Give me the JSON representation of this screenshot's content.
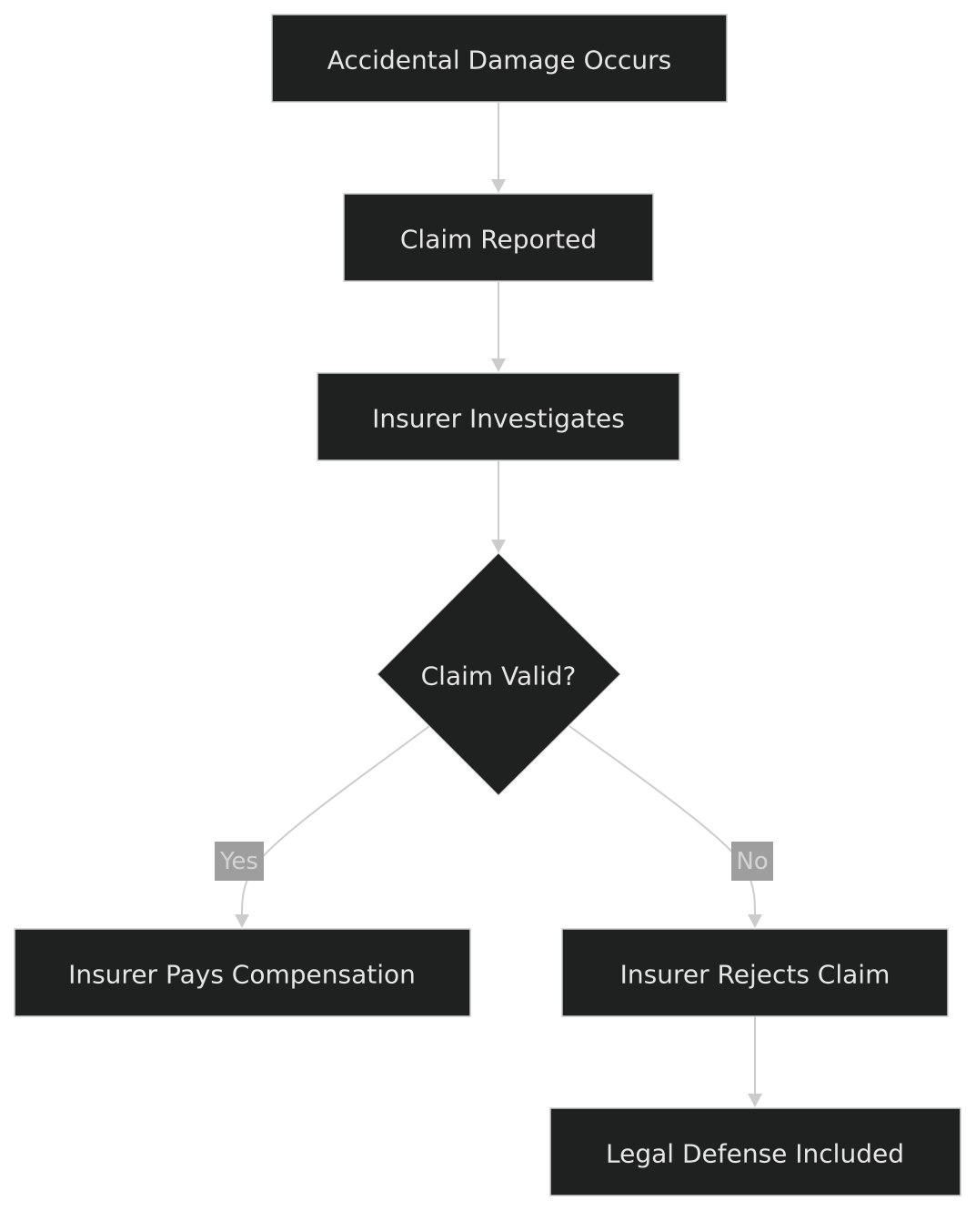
{
  "diagram": {
    "nodes": {
      "damage": "Accidental Damage Occurs",
      "reported": "Claim Reported",
      "investigates": "Insurer Investigates",
      "valid": "Claim Valid?",
      "pays": "Insurer Pays Compensation",
      "rejects": "Insurer Rejects Claim",
      "legal": "Legal Defense Included"
    },
    "edge_labels": {
      "yes": "Yes",
      "no": "No"
    },
    "colors": {
      "node_fill": "#1f2020",
      "node_stroke": "#cccccc",
      "node_text": "#e6e6e6",
      "edge": "#cccccc",
      "edge_label_bg": "#9e9e9e"
    }
  }
}
